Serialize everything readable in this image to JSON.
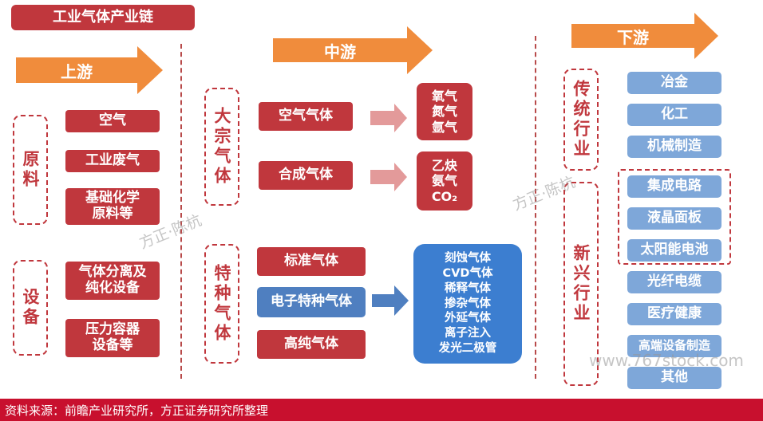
{
  "title": "工业气体产业链",
  "stages": {
    "upstream": "上游",
    "midstream": "中游",
    "downstream": "下游"
  },
  "upstream": {
    "raw_materials": {
      "label": "原料",
      "items": [
        "空气",
        "工业废气",
        "基础化学\n原料等"
      ]
    },
    "equipment": {
      "label": "设备",
      "items": [
        "气体分离及\n纯化设备",
        "压力容器\n设备等"
      ]
    }
  },
  "midstream": {
    "bulk": {
      "label": "大宗气体",
      "items": [
        "空气气体",
        "合成气体"
      ],
      "products": [
        [
          "氧气",
          "氮气",
          "氩气"
        ],
        [
          "乙炔",
          "氨气",
          "CO₂"
        ]
      ]
    },
    "special": {
      "label": "特种气体",
      "items": [
        "标准气体",
        "电子特种气体",
        "高纯气体"
      ],
      "applications": [
        "刻蚀气体",
        "CVD气体",
        "稀释气体",
        "掺杂气体",
        "外延气体",
        "离子注入",
        "发光二极管"
      ]
    }
  },
  "downstream": {
    "traditional": {
      "label": "传统行业",
      "items": [
        "冶金",
        "化工",
        "机械制造"
      ]
    },
    "emerging": {
      "label": "新兴行业",
      "highlighted": [
        "集成电路",
        "液晶面板",
        "太阳能电池"
      ],
      "items": [
        "光纤电缆",
        "医疗健康",
        "高端设备制造",
        "其他"
      ]
    }
  },
  "watermarks": [
    "方正·陈杭",
    "方正·陈杭",
    "www.767stock.com"
  ],
  "footer": "资料来源：前瞻产业研究所，方正证券研究所整理",
  "colors": {
    "red": "#c0373d",
    "orange": "#f08c3c",
    "blue": "#3c7ed0",
    "lightblue": "#7ea7d9",
    "footer": "#c8102e"
  }
}
